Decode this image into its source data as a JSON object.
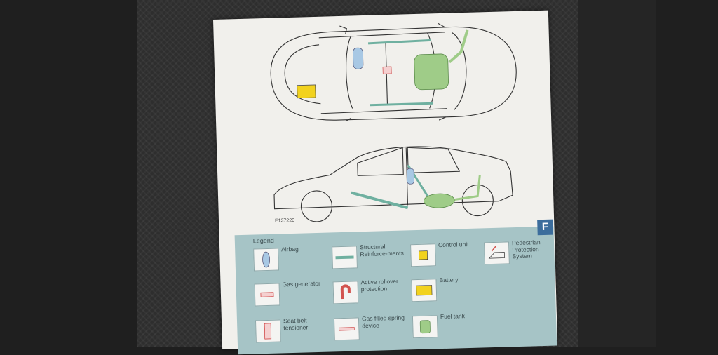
{
  "diagram": {
    "figure_code": "E137220"
  },
  "legend": {
    "title": "Legend",
    "badge": "F",
    "items": [
      {
        "label": "Airbag",
        "icon": "airbag-icon"
      },
      {
        "label": "Structural Reinforce-ments",
        "icon": "structural-reinforcement-icon"
      },
      {
        "label": "Control unit",
        "icon": "control-unit-icon"
      },
      {
        "label": "Pedestrian Protection System",
        "icon": "pedestrian-protection-icon"
      },
      {
        "label": "Gas generator",
        "icon": "gas-generator-icon"
      },
      {
        "label": "Active rollover protection",
        "icon": "rollover-protection-icon"
      },
      {
        "label": "Battery",
        "icon": "battery-icon"
      },
      {
        "label": "Seat belt tensioner",
        "icon": "seat-belt-tensioner-icon"
      },
      {
        "label": "Gas filled spring device",
        "icon": "gas-spring-icon"
      },
      {
        "label": "Fuel tank",
        "icon": "fuel-tank-icon"
      }
    ]
  },
  "colors": {
    "green": "#9fcc88",
    "blue": "#a8c8e4",
    "teal": "#6fb0a0",
    "yellow": "#f2d21e",
    "red": "#d2534e",
    "legend_bg": "#a6c4c6",
    "badge": "#3c6d9c"
  }
}
